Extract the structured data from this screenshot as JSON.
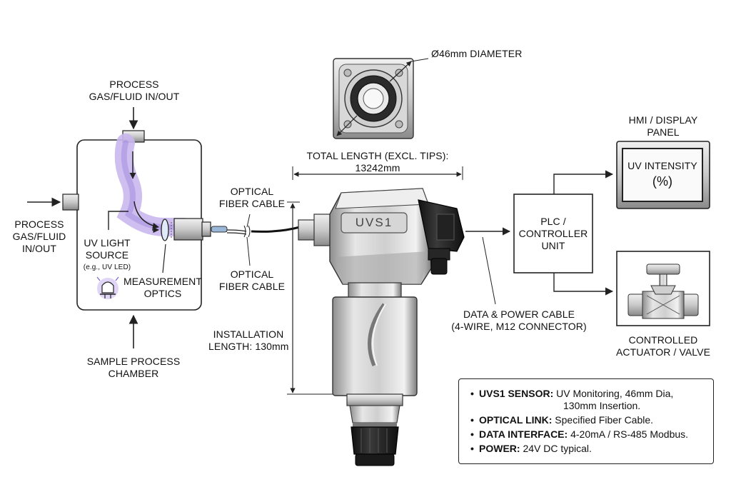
{
  "labels": {
    "process_top": "PROCESS\nGAS/FLUID IN/OUT",
    "process_left": "PROCESS\nGAS/FLUID\nIN/OUT",
    "uv_source": "UV LIGHT\nSOURCE",
    "uv_source_note": "(e.g., UV LED)",
    "measurement_optics": "MEASUREMENT\nOPTICS",
    "sample_chamber": "SAMPLE PROCESS\nCHAMBER",
    "optical_fiber_top": "OPTICAL\nFIBER CABLE",
    "optical_fiber_bottom": "OPTICAL\nFIBER CABLE",
    "diameter": "Ø46mm DIAMETER",
    "total_length": "TOTAL LENGTH (EXCL. TIPS):\n13242mm",
    "installation_length": "INSTALLATION\nLENGTH: 130mm",
    "sensor_name": "UVS1",
    "data_power_cable": "DATA & POWER CABLE\n(4-WIRE, M12 CONNECTOR)",
    "plc": "PLC /\nCONTROLLER\nUNIT",
    "hmi_title": "HMI / DISPLAY\nPANEL",
    "hmi_screen_1": "UV INTENSITY",
    "hmi_screen_2": "(%)",
    "actuator": "CONTROLLED\nACTUATOR / VALVE"
  },
  "specs": [
    {
      "key": "UVS1 SENSOR:",
      "value": "UV Monitoring, 46mm Dia,",
      "cont": "130mm Insertion."
    },
    {
      "key": "OPTICAL LINK:",
      "value": "Specified Fiber Cable."
    },
    {
      "key": "DATA INTERFACE:",
      "value": "4-20mA / RS-485 Modbus."
    },
    {
      "key": "POWER:",
      "value": "24V DC typical."
    }
  ],
  "colors": {
    "uv_glow": "#b9a6e8",
    "uv_glow_dark": "#8c6fd6",
    "line": "#222222",
    "metal_light": "#e8e8e8",
    "metal_dark": "#9a9a9a"
  },
  "icons": [
    "uv-led-icon",
    "lens-icon",
    "valve-icon",
    "m12-connector-icon",
    "sensor-top-view-icon"
  ]
}
